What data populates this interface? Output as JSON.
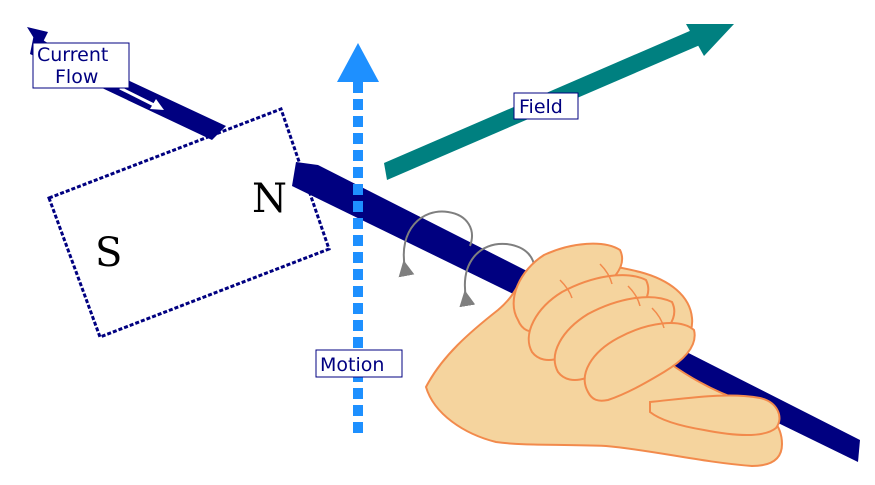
{
  "labels": {
    "current_line1": "Current",
    "current_line2": "Flow",
    "field": "Field",
    "motion": "Motion"
  },
  "magnet": {
    "north": "N",
    "south": "S"
  },
  "colors": {
    "conductor": "#000080",
    "field_arrow": "#008080",
    "motion_arrow": "#1E90FF",
    "hand_fill": "#F5D49E",
    "hand_outline": "#F28A4C",
    "curl_arrows": "#7F7F7F",
    "magnet_outline": "#000080"
  }
}
